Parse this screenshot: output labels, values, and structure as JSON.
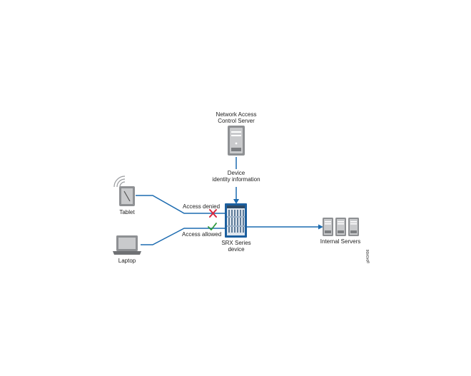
{
  "nac_server": {
    "label_line1": "Network Access",
    "label_line2": "Control Server"
  },
  "identity": {
    "label_line1": "Device",
    "label_line2": "identity information"
  },
  "srx": {
    "label_line1": "SRX Series",
    "label_line2": "device"
  },
  "tablet": {
    "label": "Tablet"
  },
  "laptop": {
    "label": "Laptop"
  },
  "access": {
    "denied": "Access denied",
    "allowed": "Access allowed"
  },
  "servers": {
    "label": "Internal Servers"
  },
  "figure_id": "g043496",
  "colors": {
    "link": "#1c6bb0",
    "denied": "#d7263d",
    "allowed": "#2e9a3c",
    "device_gray": "#8e9093"
  }
}
